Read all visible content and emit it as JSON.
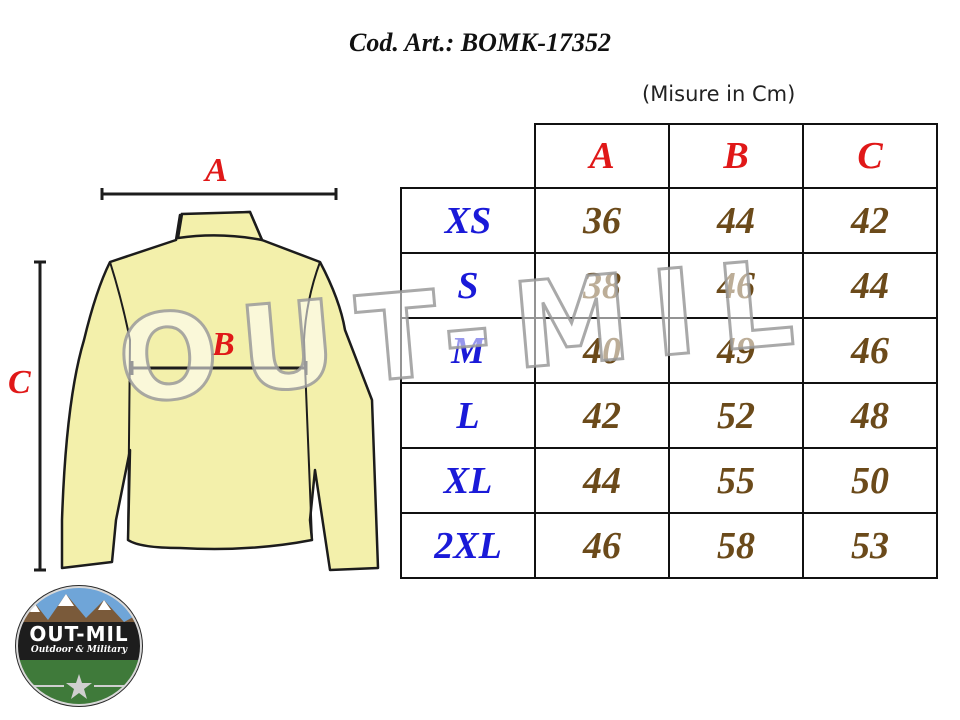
{
  "header": {
    "title": "Cod. Art.: BOMK-17352",
    "units_note": "(Misure in Cm)"
  },
  "diagram": {
    "dimension_labels": {
      "a": "A",
      "b": "B",
      "c": "C"
    },
    "garment_color": "#f3f0ab",
    "label_color": "#e01818"
  },
  "size_table": {
    "columns": [
      "A",
      "B",
      "C"
    ],
    "rows": [
      {
        "size": "XS",
        "values": [
          "36",
          "44",
          "42"
        ]
      },
      {
        "size": "S",
        "values": [
          "38",
          "46",
          "44"
        ]
      },
      {
        "size": "M",
        "values": [
          "40",
          "49",
          "46"
        ]
      },
      {
        "size": "L",
        "values": [
          "42",
          "52",
          "48"
        ]
      },
      {
        "size": "XL",
        "values": [
          "44",
          "55",
          "50"
        ]
      },
      {
        "size": "2XL",
        "values": [
          "46",
          "58",
          "53"
        ]
      }
    ],
    "colors": {
      "header": "#e01818",
      "size": "#1a1ad8",
      "value": "#6b4a1a"
    }
  },
  "watermark": {
    "text": "OUT-MIL"
  },
  "logo": {
    "brand": "OUT-MIL",
    "tagline": "Outdoor & Military",
    "icon": "mountain-star-badge-icon"
  }
}
